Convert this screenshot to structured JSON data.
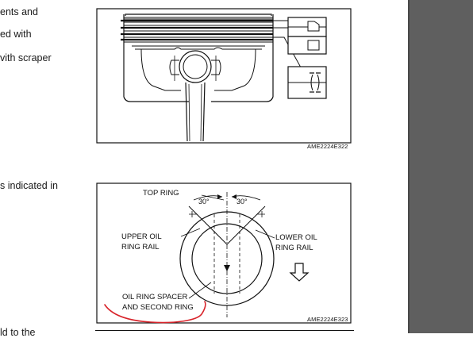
{
  "document": {
    "text_lines": [
      "ents and",
      "ed with",
      "vith scraper",
      "s indicated in",
      "ld to the"
    ]
  },
  "figure1": {
    "id": "AME2224E322"
  },
  "figure2": {
    "id": "AME2224E323",
    "labels": {
      "top_ring": "TOP RING",
      "angle_left": "30°",
      "angle_right": "30°",
      "upper_oil_1": "UPPER OIL",
      "upper_oil_2": "RING RAIL",
      "lower_oil_1": "LOWER OIL",
      "lower_oil_2": "RING RAIL",
      "spacer_1": "OIL RING SPACER",
      "spacer_2": "AND SECOND RING"
    },
    "annotation_color": "#d8232a"
  },
  "colors": {
    "scrollbar": "#5f5f5f",
    "ink": "#111111"
  }
}
